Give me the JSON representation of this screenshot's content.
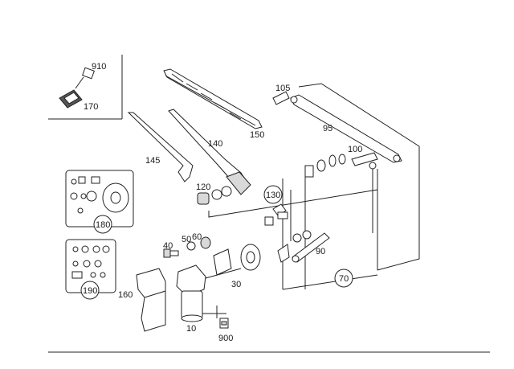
{
  "callouts": {
    "p910": "910",
    "p170": "170",
    "p105": "105",
    "p95": "95",
    "p150": "150",
    "p140": "140",
    "p145": "145",
    "p100": "100",
    "p120": "120",
    "p130": "130",
    "p180": "180",
    "p40": "40",
    "p50": "50",
    "p60": "60",
    "p90": "90",
    "p70": "70",
    "p30": "30",
    "p190": "190",
    "p160": "160",
    "p10": "10",
    "p900": "900"
  }
}
